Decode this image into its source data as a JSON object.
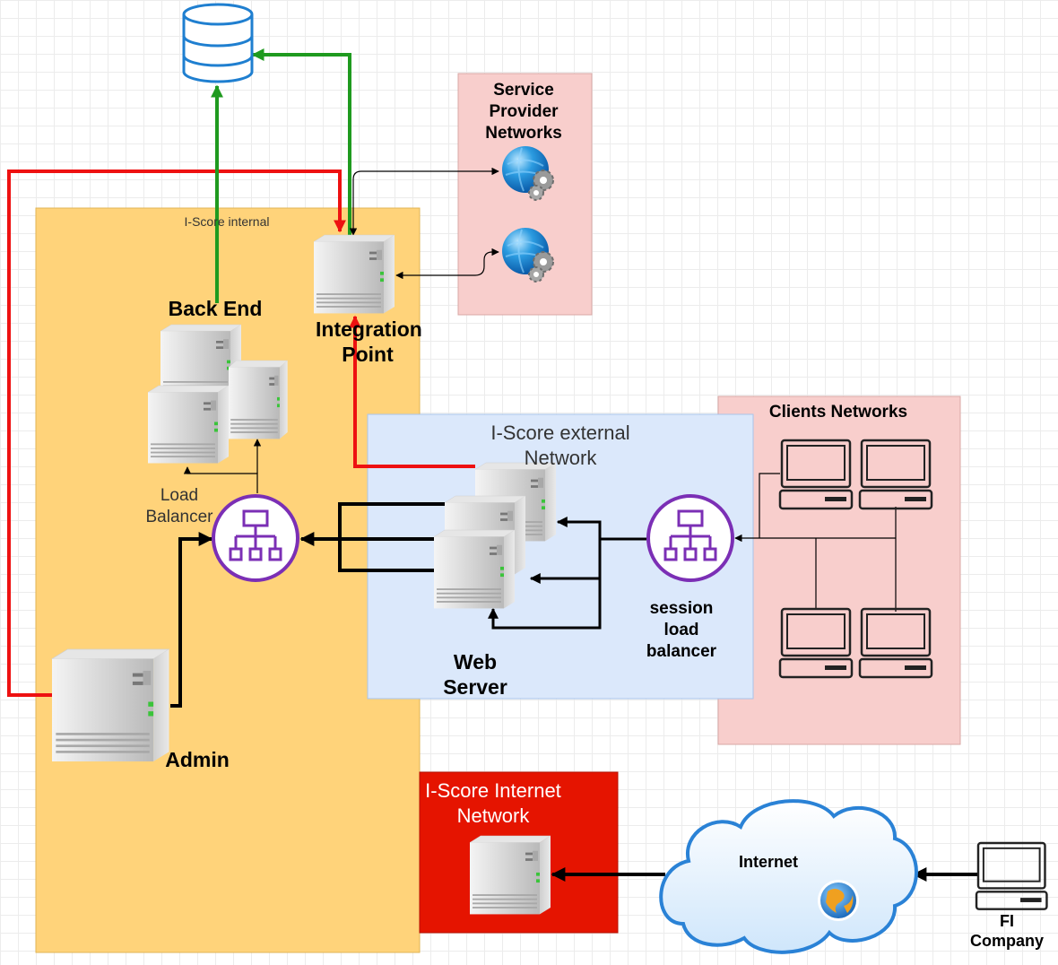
{
  "zones": {
    "internal": "I-Score internal",
    "external": "I-Score external Network",
    "service_provider": "Service Provider Networks",
    "clients": "Clients Networks",
    "internet_network": "I-Score Internet Network"
  },
  "nodes": {
    "back_end": "Back End",
    "integration_point": "Integration Point",
    "load_balancer": "Load Balancer",
    "web_server": "Web Server",
    "admin": "Admin",
    "session_lb": "session load balancer",
    "internet": "Internet",
    "fi_company": "FI Company"
  },
  "colors": {
    "internal": "#ffd37a",
    "external": "#dbe8fb",
    "service_provider": "#f8cecc",
    "clients": "#f8cecc",
    "internet_network": "#e51400",
    "red_link": "#ee1111",
    "green_link": "#1f9a1f",
    "balancer_purple": "#7b2fb5",
    "database_blue": "#1f7fd0"
  }
}
